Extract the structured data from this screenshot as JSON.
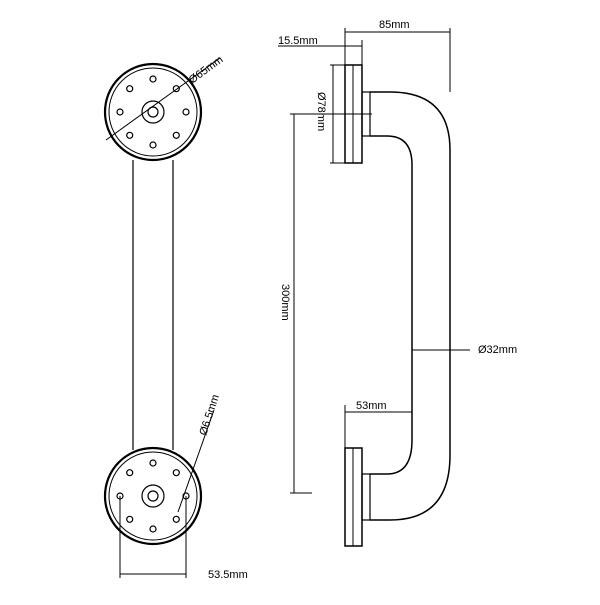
{
  "drawing": {
    "front_view": {
      "flange_diameter_top": "Ø65mm",
      "hole_diameter_bottom": "Ø6.5mm",
      "hole_spacing_width": "53.5mm"
    },
    "side_view": {
      "projection_total": "85mm",
      "flange_thickness": "15.5mm",
      "flange_diameter": "Ø78mm",
      "center_distance": "300mm",
      "tube_diameter": "Ø32mm",
      "bend_clearance": "53mm"
    }
  },
  "colors": {
    "line": "#000000",
    "background": "#ffffff"
  }
}
